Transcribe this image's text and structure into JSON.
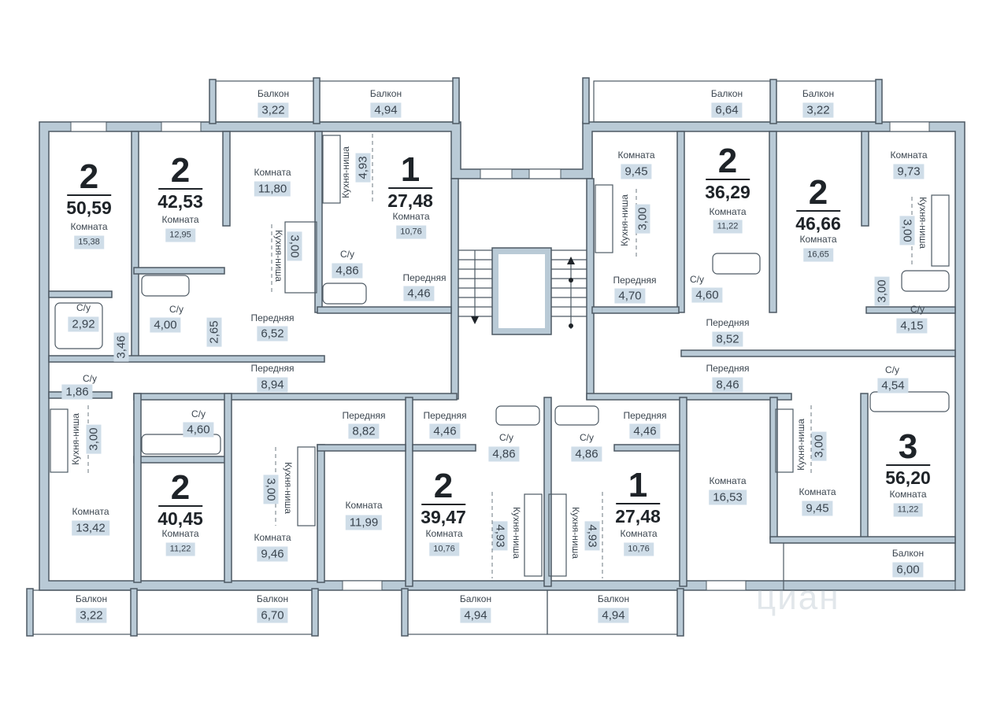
{
  "apartments": [
    {
      "id": "a1",
      "rooms": "2",
      "area": "50,59"
    },
    {
      "id": "a2",
      "rooms": "2",
      "area": "42,53"
    },
    {
      "id": "a3",
      "rooms": "1",
      "area": "27,48"
    },
    {
      "id": "a4",
      "rooms": "2",
      "area": "36,29"
    },
    {
      "id": "a5",
      "rooms": "2",
      "area": "46,66"
    },
    {
      "id": "a6",
      "rooms": "2",
      "area": "40,45"
    },
    {
      "id": "a7",
      "rooms": "2",
      "area": "39,47"
    },
    {
      "id": "a8",
      "rooms": "1",
      "area": "27,48"
    },
    {
      "id": "a9",
      "rooms": "3",
      "area": "56,20"
    }
  ],
  "labels": [
    {
      "text": "Балкон",
      "value": "3,22"
    },
    {
      "text": "Балкон",
      "value": "4,94"
    },
    {
      "text": "Балкон",
      "value": "6,64"
    },
    {
      "text": "Балкон",
      "value": "3,22"
    },
    {
      "text": "Комната",
      "value": "15,38"
    },
    {
      "text": "Комната",
      "value": "12,95"
    },
    {
      "text": "Комната",
      "value": "11,80"
    },
    {
      "text": "Комната",
      "value": "10,76"
    },
    {
      "text": "Комната",
      "value": "9,45"
    },
    {
      "text": "Комната",
      "value": "11,22"
    },
    {
      "text": "Комната",
      "value": "16,65"
    },
    {
      "text": "Комната",
      "value": "9,73"
    },
    {
      "text": "С/у",
      "value": "4,86"
    },
    {
      "text": "Передняя",
      "value": "4,46"
    },
    {
      "text": "Передняя",
      "value": "4,70"
    },
    {
      "text": "С/у",
      "value": "4,60"
    },
    {
      "text": "С/у",
      "value": "2,92"
    },
    {
      "text": "С/у",
      "value": "4,00"
    },
    {
      "text": "Передняя",
      "value": "6,52"
    },
    {
      "text": "Передняя",
      "value": "8,52"
    },
    {
      "text": "С/у",
      "value": "4,15"
    },
    {
      "text": "С/у",
      "value": "1,86"
    },
    {
      "text": "Передняя",
      "value": "8,94"
    },
    {
      "text": "Передняя",
      "value": "8,46"
    },
    {
      "text": "С/у",
      "value": "4,54"
    },
    {
      "text": "С/у",
      "value": "4,60"
    },
    {
      "text": "Передняя",
      "value": "8,82"
    },
    {
      "text": "Передняя",
      "value": "4,46"
    },
    {
      "text": "Передняя",
      "value": "4,46"
    },
    {
      "text": "С/у",
      "value": "4,86"
    },
    {
      "text": "С/у",
      "value": "4,86"
    },
    {
      "text": "Комната",
      "value": "11,99"
    },
    {
      "text": "Комната",
      "value": "16,53"
    },
    {
      "text": "Комната",
      "value": "13,42"
    },
    {
      "text": "Комната",
      "value": "11,22"
    },
    {
      "text": "Комната",
      "value": "10,76"
    },
    {
      "text": "Комната",
      "value": "10,76"
    },
    {
      "text": "Комната",
      "value": "9,45"
    },
    {
      "text": "Комната",
      "value": "11,22"
    },
    {
      "text": "Комната",
      "value": "9,46"
    },
    {
      "text": "Балкон",
      "value": "6,00"
    },
    {
      "text": "Балкон",
      "value": "3,22"
    },
    {
      "text": "Балкон",
      "value": "6,70"
    },
    {
      "text": "Балкон",
      "value": "4,94"
    },
    {
      "text": "Балкон",
      "value": "4,94"
    }
  ],
  "kitchens": [
    {
      "text": "Кухня-ниша",
      "value": "4,93"
    },
    {
      "text": "Кухня-ниша",
      "value": "3,00"
    },
    {
      "text": "Кухня-ниша",
      "value": "3,00"
    },
    {
      "text": "Кухня-ниша",
      "value": "3,00"
    },
    {
      "text": "Кухня-ниша",
      "value": "3,00"
    },
    {
      "text": "Кухня-ниша",
      "value": "3,00"
    },
    {
      "text": "Кухня-ниша",
      "value": "3,00"
    },
    {
      "text": "Кухня-ниша",
      "value": "4,93"
    },
    {
      "text": "Кухня-ниша",
      "value": "4,93"
    }
  ],
  "dims": [
    {
      "value": "3,46"
    },
    {
      "value": "2,65"
    },
    {
      "value": "3,00"
    }
  ],
  "watermark": "циан"
}
